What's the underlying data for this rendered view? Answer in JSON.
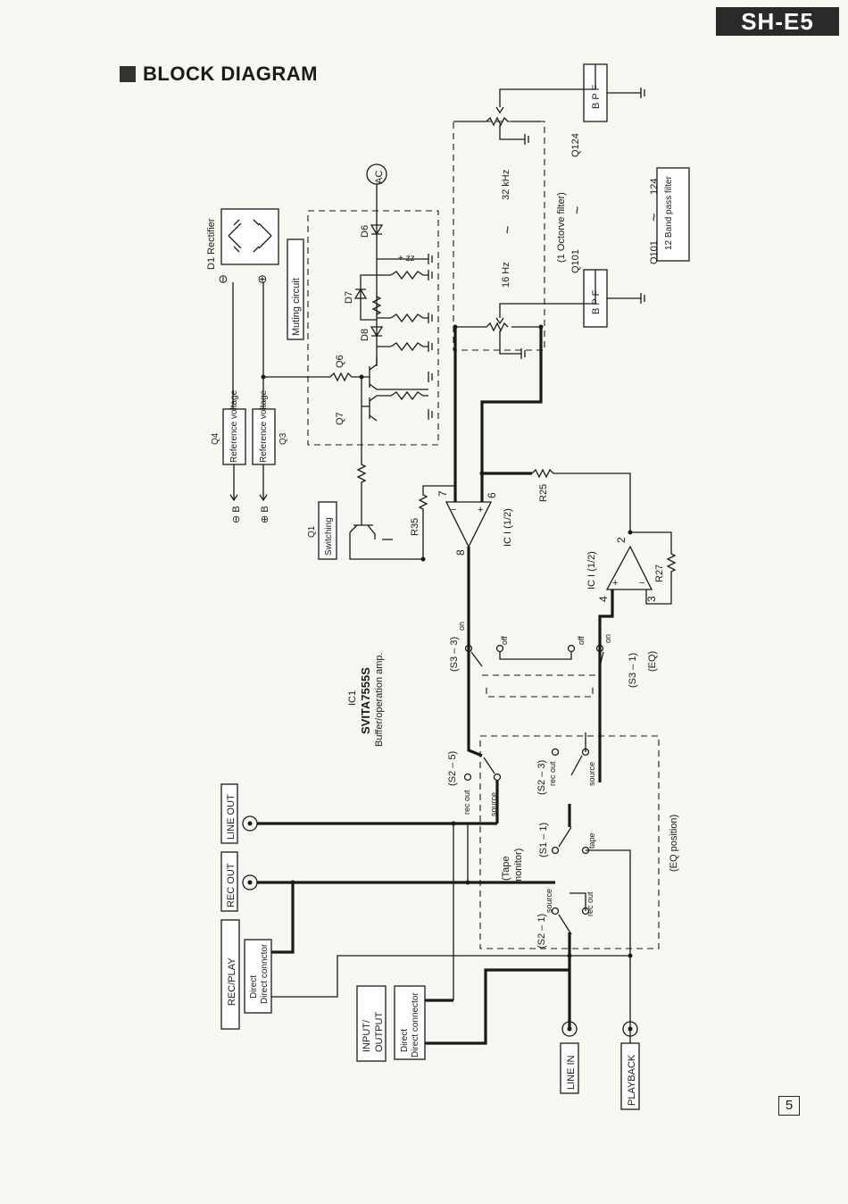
{
  "header": {
    "model_badge": "SH-E5",
    "title": "BLOCK DIAGRAM",
    "page_number": "5"
  },
  "labels": {
    "d1_rectifier": "D1 Rectifier",
    "minus": "⊖",
    "plus": "⊕",
    "muting_circuit": "Muting circuit",
    "ac": "AC",
    "d6": "D6",
    "d7": "D7",
    "d8": "D8",
    "q6": "Q6",
    "q7": "Q7",
    "q4": "Q4",
    "q3": "Q3",
    "reference_voltage": "Reference voltage",
    "minus_b": "⊖ B",
    "plus_b": "⊕ B",
    "q1": "Q1",
    "switching": "Switching",
    "r35": "R35",
    "r25": "R25",
    "r27": "R27",
    "ic1_half_a": "IC I (1/2)",
    "ic1_half_b": "IC I (1/2)",
    "pin7": "7",
    "pin6": "6",
    "pin8": "8",
    "pin2": "2",
    "pin4": "4",
    "pin3": "3",
    "bpf": "B P F",
    "range_low": "16 Hz",
    "range_tilde": "~",
    "range_high": "32 kHz",
    "octave_filter": "(1 Octorve filter)",
    "q101": "Q101",
    "q124": "Q124",
    "band_range_a": "Q101",
    "band_range_b": "124",
    "band_filter": "12 Band pass filter",
    "ic1": "IC1",
    "ic1_part": "SVITA7555S",
    "ic1_desc": "Buffer/operation amp.",
    "s3_3": "(S3 – 3)",
    "s3_1": "(S3 – 1)",
    "eq": "(EQ)",
    "on": "on",
    "off": "off",
    "s2_5": "(S2 – 5)",
    "s2_3": "(S2 – 3)",
    "s2_1": "(S2 – 1)",
    "s1_1": "(S1 – 1)",
    "rec_out": "rec out",
    "source": "source",
    "tape": "tape",
    "tape_monitor": "(Tape monitor)",
    "eq_position": "(EQ position)",
    "line_out": "LINE OUT",
    "rec_out_jack": "REC OUT",
    "rec_play": "REC/PLAY",
    "input_output": "INPUT/ OUTPUT",
    "direct_connector": "Direct connctor",
    "direct_connector_2": "Direct connector",
    "line_in": "LINE IN",
    "playback": "PLAYBACK"
  }
}
